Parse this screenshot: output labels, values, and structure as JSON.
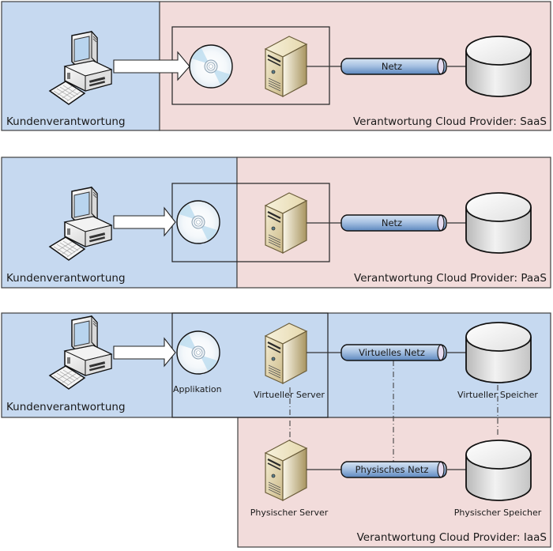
{
  "colors": {
    "customer_blue": "#c6d9f0",
    "provider_pink": "#f2dcdb",
    "border": "#3f3f3f",
    "pipe_blue": "#7fa3cf",
    "server_beige": "#e8dcb5"
  },
  "rows": [
    {
      "model": "SaaS",
      "customer_label": "Kundenverantwortung",
      "provider_label": "Verantwortung Cloud Provider: SaaS",
      "network_label": "Netz",
      "icons": [
        "computer-icon",
        "arrow-icon",
        "cd-icon",
        "server-icon",
        "network-pipe-icon",
        "storage-cylinder-icon"
      ]
    },
    {
      "model": "PaaS",
      "customer_label": "Kundenverantwortung",
      "provider_label": "Verantwortung Cloud Provider: PaaS",
      "network_label": "Netz",
      "icons": [
        "computer-icon",
        "arrow-icon",
        "cd-icon",
        "server-icon",
        "network-pipe-icon",
        "storage-cylinder-icon"
      ]
    },
    {
      "model": "IaaS",
      "customer_label": "Kundenverantwortung",
      "provider_label": "Verantwortung Cloud Provider: IaaS",
      "application_label": "Applikation",
      "virtual_server_label": "Virtueller Server",
      "virtual_network_label": "Virtuelles Netz",
      "virtual_storage_label": "Virtueller Speicher",
      "physical_server_label": "Physischer Server",
      "physical_network_label": "Physisches Netz",
      "physical_storage_label": "Physischer Speicher"
    }
  ]
}
